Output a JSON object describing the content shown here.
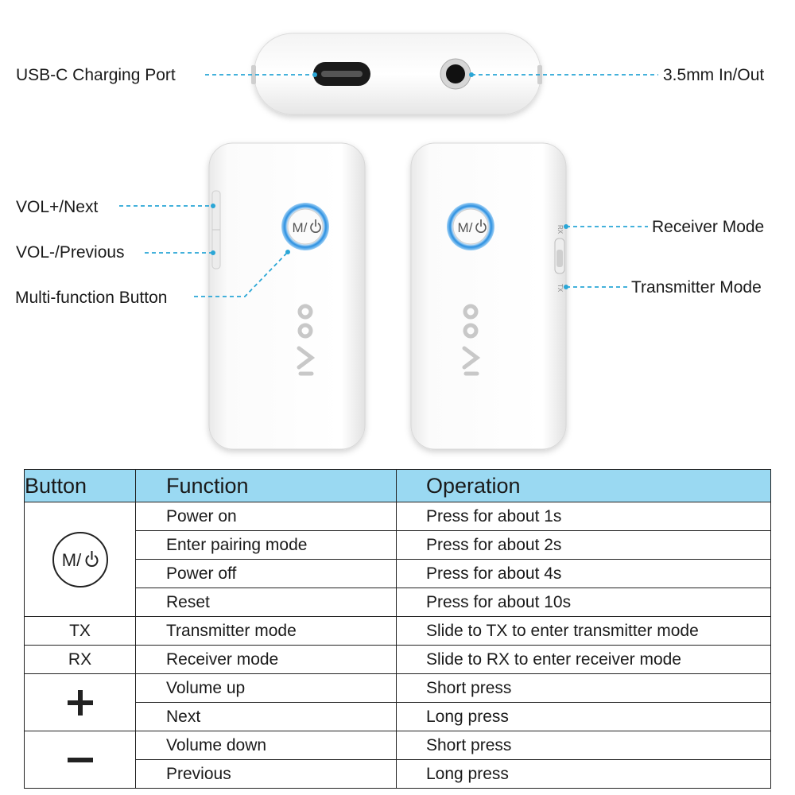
{
  "callouts": {
    "usb_c": "USB-C Charging Port",
    "audio_jack": "3.5mm In/Out",
    "vol_plus": "VOL+/Next",
    "vol_minus": "VOL-/Previous",
    "multi_button": "Multi-function Button",
    "receiver_mode": "Receiver Mode",
    "transmitter_mode": "Transmitter Mode"
  },
  "device": {
    "button_text": "M/",
    "switch_rx": "RX",
    "switch_tx": "TX",
    "accent_color": "#2a8fe0",
    "leader_color": "#2aa6d6"
  },
  "table": {
    "headers": [
      "Button",
      "Function",
      "Operation"
    ],
    "header_color": "#9ad9f2",
    "groups": [
      {
        "button": "M/",
        "button_icon": "power-icon",
        "rows": [
          [
            "Power on",
            "Press for about 1s"
          ],
          [
            "Enter pairing mode",
            "Press for about 2s"
          ],
          [
            "Power off",
            "Press for about 4s"
          ],
          [
            "Reset",
            "Press for about 10s"
          ]
        ]
      },
      {
        "button": "TX",
        "rows": [
          [
            "Transmitter mode",
            "Slide to TX to enter transmitter mode"
          ]
        ]
      },
      {
        "button": "RX",
        "rows": [
          [
            "Receiver mode",
            "Slide to RX to enter receiver mode"
          ]
        ]
      },
      {
        "button_icon": "plus-icon",
        "rows": [
          [
            "Volume up",
            "Short press"
          ],
          [
            "Next",
            "Long press"
          ]
        ]
      },
      {
        "button_icon": "minus-icon",
        "rows": [
          [
            "Volume down",
            "Short press"
          ],
          [
            "Previous",
            "Long press"
          ]
        ]
      }
    ]
  }
}
